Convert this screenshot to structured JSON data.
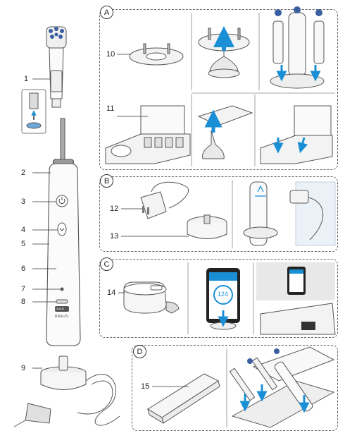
{
  "sections": [
    {
      "id": "A"
    },
    {
      "id": "B"
    },
    {
      "id": "C"
    },
    {
      "id": "D"
    }
  ],
  "part_labels": [
    "1",
    "2",
    "3",
    "4",
    "5",
    "6",
    "7",
    "8",
    "9",
    "10",
    "11",
    "12",
    "13",
    "14",
    "15"
  ],
  "device_text": {
    "brand": "BRAUN",
    "oralb": "Oral-B"
  },
  "app_text": {
    "display_value": "124"
  },
  "colors": {
    "outline": "#555555",
    "arrow_blue": "#1a8fd6",
    "panel_gray": "#e9e9e9",
    "dark": "#333333"
  }
}
